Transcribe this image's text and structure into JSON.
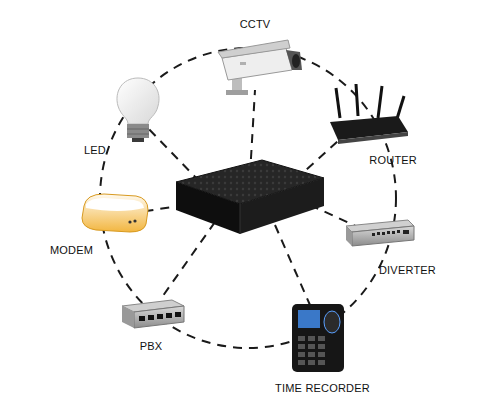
{
  "diagram": {
    "nodes": [
      {
        "text": [
          "CCTV"
        ]
      },
      {
        "text": [
          "ROUTER"
        ]
      },
      {
        "text": [
          "DIVERTER"
        ]
      },
      {
        "text": [
          "TIME RECORDER"
        ]
      },
      {
        "text": [
          "PBX"
        ]
      },
      {
        "text": [
          "MODEM"
        ]
      },
      {
        "text": [
          "LED"
        ]
      }
    ]
  }
}
